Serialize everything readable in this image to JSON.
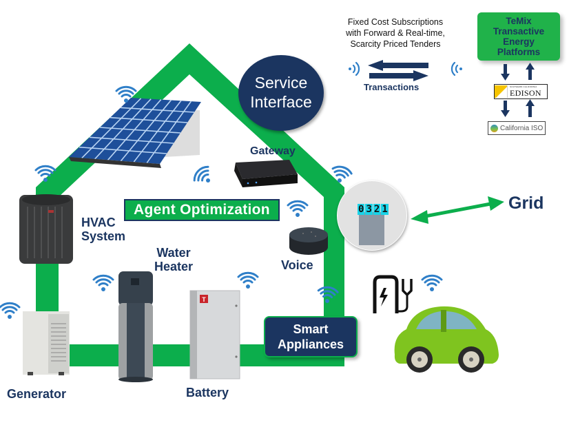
{
  "colors": {
    "house_green": "#0cae4c",
    "navy": "#1b3560",
    "wifi_blue": "#2f7fc8",
    "meter_cyan": "#19d3e8",
    "car_green": "#7fc41f"
  },
  "top_right": {
    "tender_text": [
      "Fixed Cost Subscriptions",
      "with Forward & Real-time,",
      "Scarcity Priced Tenders"
    ],
    "transactions_label": "Transactions",
    "platform_lines": [
      "TeMix",
      "Transactive",
      "Energy",
      "Platforms"
    ],
    "utility": {
      "small": "SOUTHERN CALIFORNIA",
      "name": "EDISON"
    },
    "iso": "California ISO"
  },
  "house": {
    "service_interface": [
      "Service",
      "Interface"
    ],
    "gateway": "Gateway",
    "agent_optimization": "Agent Optimization",
    "hvac": [
      "HVAC",
      "System"
    ],
    "water_heater": [
      "Water",
      "Heater"
    ],
    "voice": "Voice",
    "smart_appliances": [
      "Smart",
      "Appliances"
    ],
    "generator": "Generator",
    "battery": "Battery"
  },
  "meter": {
    "digits": [
      "0",
      "3",
      "2",
      "1"
    ]
  },
  "grid_label": "Grid",
  "icons": [
    "wifi-icon",
    "solar-panel",
    "hvac-unit",
    "generator-unit",
    "water-heater",
    "battery-cabinet",
    "gateway-box",
    "smart-speaker",
    "smart-meter",
    "ev-charger-icon",
    "electric-car",
    "edison-logo",
    "caiso-logo"
  ]
}
